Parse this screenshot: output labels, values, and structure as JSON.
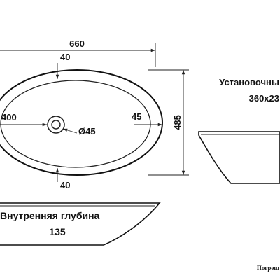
{
  "dimensions": {
    "width_overall": "660",
    "rim_top": "40",
    "drain_offset": "400",
    "drain_diameter": "Ø45",
    "rim_side": "45",
    "depth_overall": "485",
    "rim_bottom": "40",
    "inner_depth_value": "135"
  },
  "labels": {
    "mounting_title": "Установочны",
    "mounting_size": "360x23",
    "inner_depth_title": "Внутренняя глубина",
    "tolerance_note": "Погреш"
  }
}
